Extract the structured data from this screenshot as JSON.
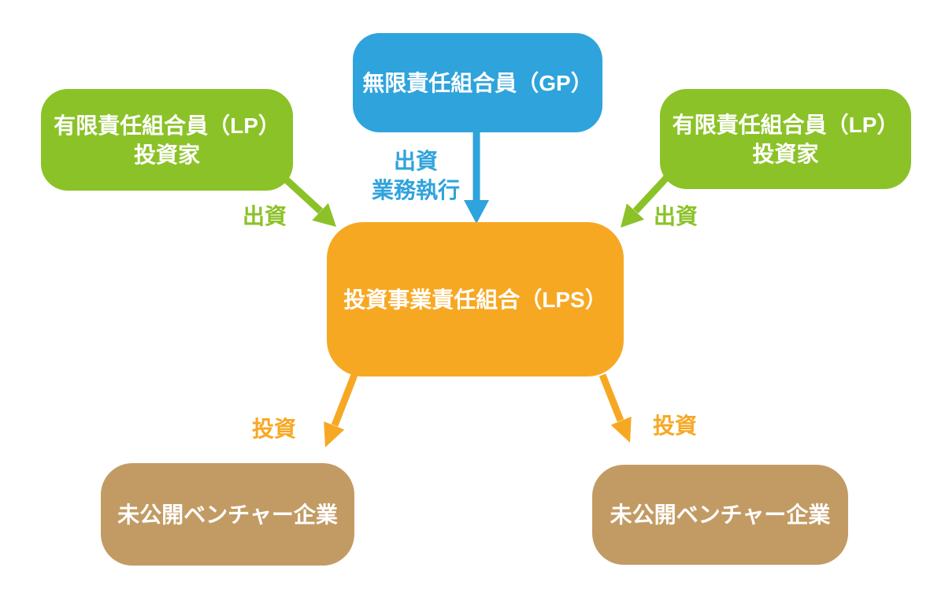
{
  "diagram": {
    "nodes": {
      "gp": {
        "label": "無限責任組合員（GP）"
      },
      "lp_left": {
        "line1": "有限責任組合員（LP）",
        "line2": "投資家"
      },
      "lp_right": {
        "line1": "有限責任組合員（LP）",
        "line2": "投資家"
      },
      "lps": {
        "label": "投資事業責任組合（LPS）"
      },
      "venture_left": {
        "label": "未公開ベンチャー企業"
      },
      "venture_right": {
        "label": "未公開ベンチャー企業"
      }
    },
    "edge_labels": {
      "gp_to_lps": {
        "line1": "出資",
        "line2": "業務執行"
      },
      "lp_left_to_lps": "出資",
      "lp_right_to_lps": "出資",
      "lps_to_venture_left": "投資",
      "lps_to_venture_right": "投資"
    }
  },
  "colors": {
    "gp_blue": "#2FA3DC",
    "lp_green": "#8BC228",
    "lps_orange": "#F7A823",
    "venture_tan": "#C29B64",
    "node_text": "#FFFFFF",
    "background": "#FFFFFF"
  }
}
